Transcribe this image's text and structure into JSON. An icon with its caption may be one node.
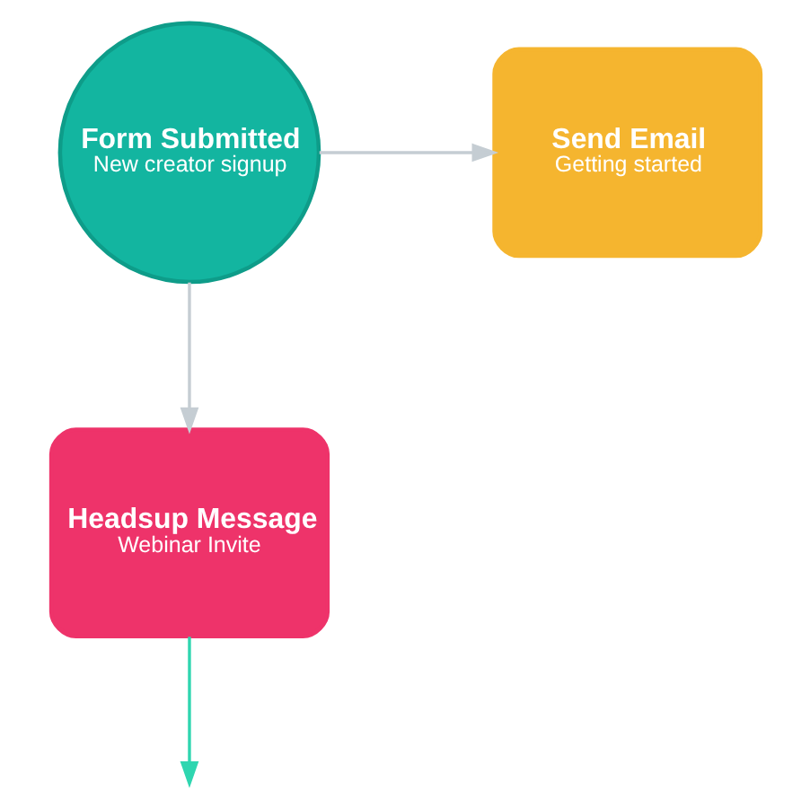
{
  "diagram": {
    "nodes": [
      {
        "text": [
          "Form Submitted",
          "New creator signup"
        ]
      },
      {
        "text": [
          "Send Email",
          "Getting started"
        ]
      },
      {
        "text": [
          "Headsup Message",
          "Webinar Invite"
        ]
      }
    ],
    "edges": [
      {
        "from": 0,
        "to": 1,
        "arrow": "to"
      },
      {
        "from": 0,
        "to": 2,
        "arrow": "to"
      },
      {
        "from": 2,
        "to": null,
        "arrow": "to",
        "color": "#2fd6b0"
      }
    ]
  }
}
